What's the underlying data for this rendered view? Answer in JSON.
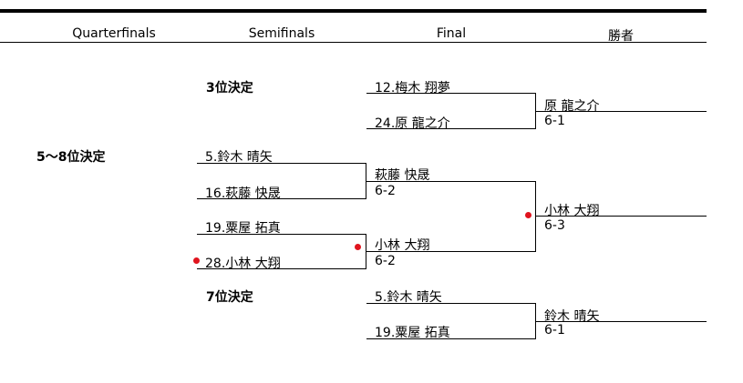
{
  "headers": {
    "quarterfinals": "Quarterfinals",
    "semifinals": "Semifinals",
    "final": "Final",
    "winner": "勝者"
  },
  "sections": {
    "third_place": "3位決定",
    "five_to_eight": "5～8位決定",
    "seventh_place": "7位決定"
  },
  "third_place": {
    "p1": "12.梅木 翔夢",
    "p2": "24.原 龍之介",
    "winner": "原 龍之介",
    "score": "6-1"
  },
  "five_to_eight": {
    "qf": [
      "5.鈴木 晴矢",
      "16.萩藤 快晟",
      "19.粟屋 拓真",
      "28.小林 大翔"
    ],
    "sf1_winner": "萩藤 快晟",
    "sf1_score": "6-2",
    "sf2_winner": "小林 大翔",
    "sf2_score": "6-2",
    "winner": "小林 大翔",
    "score": "6-3"
  },
  "seventh_place": {
    "p1": "5.鈴木 晴矢",
    "p2": "19.粟屋 拓真",
    "winner": "鈴木 晴矢",
    "score": "6-1"
  }
}
